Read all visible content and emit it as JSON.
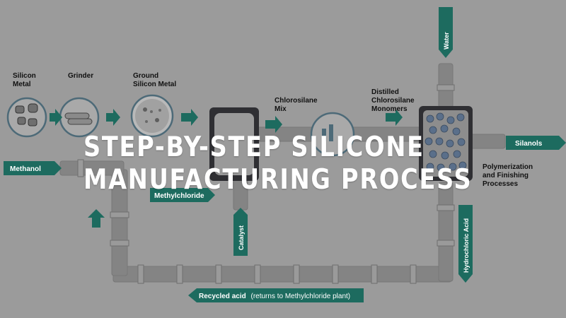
{
  "labels": {
    "silicon_metal": "Silicon\nMetal",
    "grinder": "Grinder",
    "ground_silicon_metal": "Ground\nSilicon Metal",
    "chlorosilane_mix": "Chlorosilane\nMix",
    "distilled_monomers": "Distilled\nChlorosilane\nMonomers",
    "polymerization": "Polymerization\nand Finishing\nProcesses"
  },
  "arrows": {
    "water": "Water",
    "methanol": "Methanol",
    "silanols": "Silanols",
    "methylchloride": "Methylchloride",
    "catalyst": "Catalyst",
    "hydrochloric_acid": "Hydrochloric Acid",
    "recycled_acid": "Recycled acid",
    "recycled_acid_note": "(returns to Methylchloride plant)"
  },
  "headline": {
    "line1": "STEP-BY-STEP SILICONE",
    "line2": "MANUFACTURING PROCESS"
  },
  "colors": {
    "background": "#9b9b9b",
    "teal": "#1d6b5f",
    "pipe": "#7f7f7f",
    "vessel": "#2f2f33",
    "text": "#111111",
    "headline": "#ffffff"
  }
}
